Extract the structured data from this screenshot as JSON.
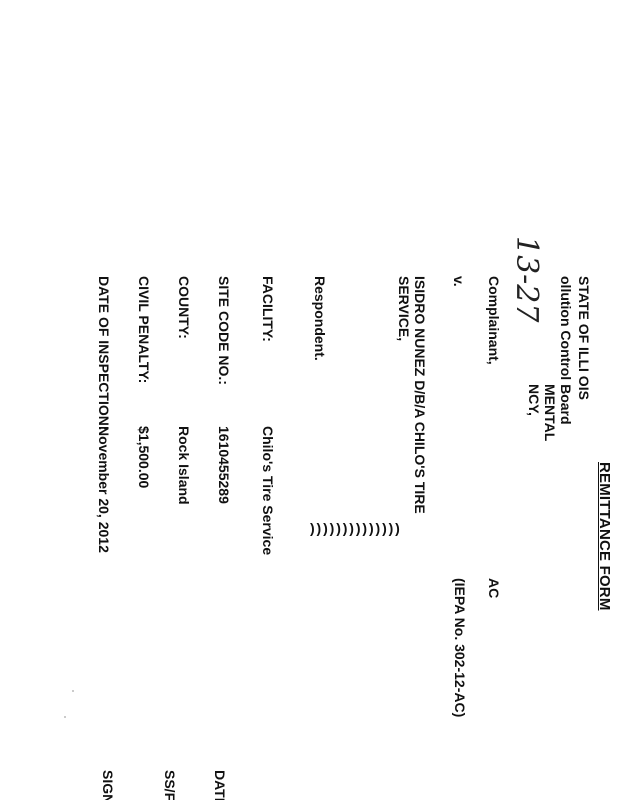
{
  "form": {
    "title": "REMITTANCE FORM",
    "caption": {
      "state": "STATE OF ILLI  OIS",
      "board": "ollution Control Board",
      "agency_line1": "MENTAL",
      "agency_line2": "NCY,",
      "complainant_label": "Complainant,",
      "versus": "v.",
      "respondent_line1": "ISIDRO NUNEZ D/B/A CHILO'S TIRE",
      "respondent_line2": "SERVICE,",
      "respondent_label": "Respondent.",
      "handwritten": "13-27",
      "brace_marks": ")  )  )  )  )  )  )  )  )  )  )  )  )  )",
      "case_type": "AC",
      "iepa_no": "(IEPA No. 302-12-AC)"
    },
    "fields": [
      {
        "label": "FACILITY:",
        "value": "Chilo's Tire Service"
      },
      {
        "label": "SITE CODE NO.:",
        "value": "1610455289"
      },
      {
        "label": "COUNTY:",
        "value": "Rock Island"
      },
      {
        "label": "CIVIL PENALTY:",
        "value": "$1,500.00"
      },
      {
        "label": "DATE OF INSPECTION:",
        "value": "November 20, 2012"
      }
    ],
    "right_edge": {
      "date": "DATE",
      "ssfein": "SS/FEI",
      "signature": "SIGNA"
    }
  }
}
